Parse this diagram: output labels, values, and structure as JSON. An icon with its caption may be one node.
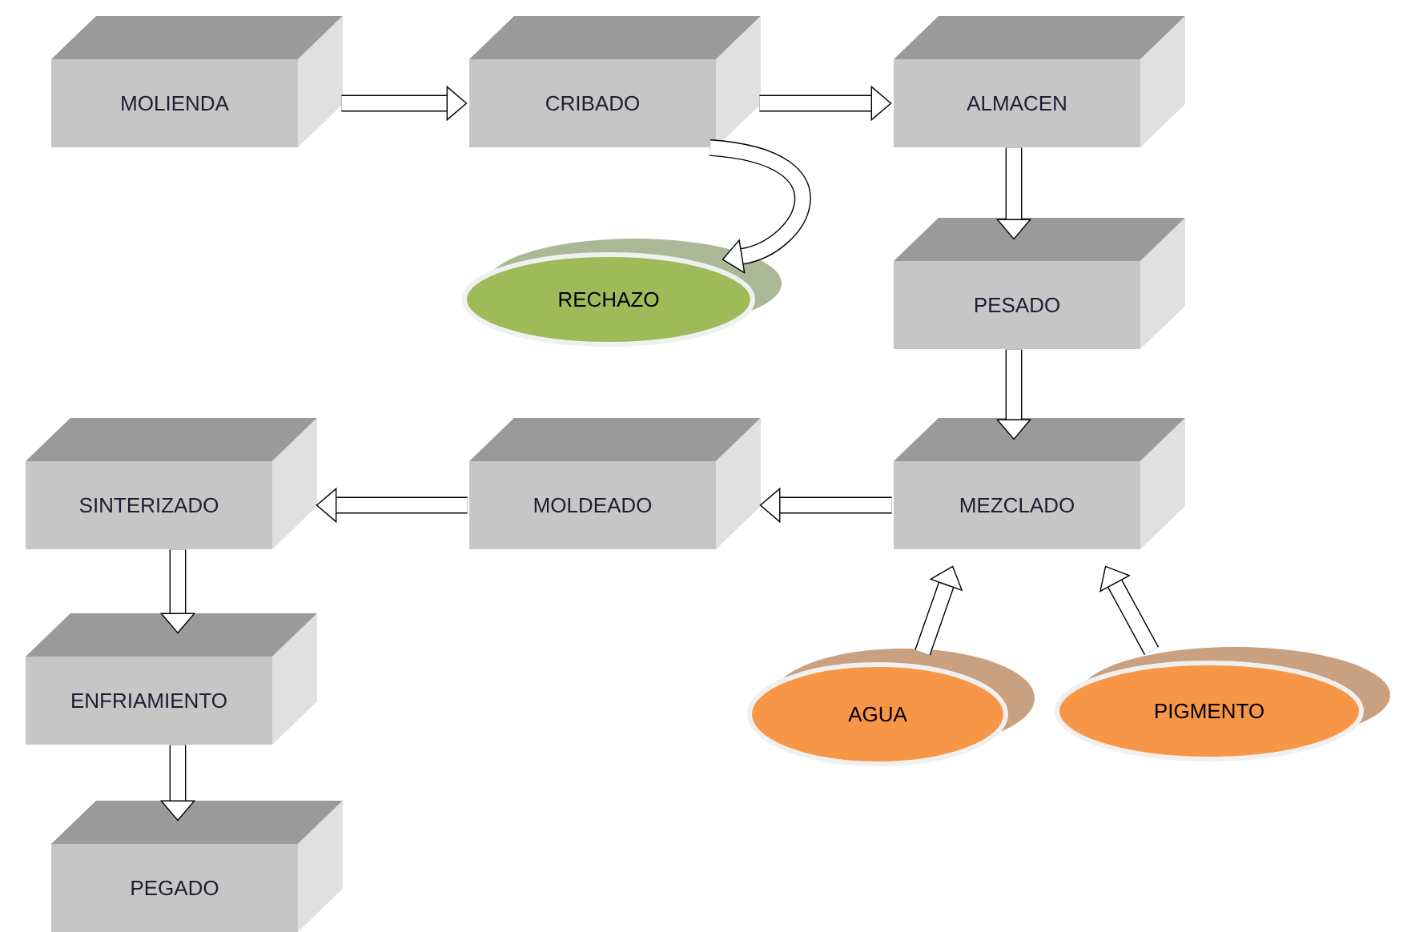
{
  "diagram": {
    "nodes": [
      {
        "text": [
          "MOLIENDA"
        ]
      },
      {
        "text": [
          "CRIBADO"
        ]
      },
      {
        "text": [
          "ALMACEN"
        ]
      },
      {
        "text": [
          "RECHAZO"
        ]
      },
      {
        "text": [
          "PESADO"
        ]
      },
      {
        "text": [
          "SINTERIZADO"
        ]
      },
      {
        "text": [
          "MOLDEADO"
        ]
      },
      {
        "text": [
          "MEZCLADO"
        ]
      },
      {
        "text": [
          "ENFRIAMIENTO"
        ]
      },
      {
        "text": [
          "AGUA"
        ]
      },
      {
        "text": [
          "PIGMENTO"
        ]
      },
      {
        "text": [
          "PEGADO"
        ]
      }
    ],
    "edges": [
      {
        "from": 0,
        "to": 1,
        "arrow": "to"
      },
      {
        "from": 1,
        "to": 2,
        "arrow": "to"
      },
      {
        "from": 1,
        "to": 3,
        "arrow": "to"
      },
      {
        "from": 2,
        "to": 4,
        "arrow": "to"
      },
      {
        "from": 4,
        "to": 7,
        "arrow": "to"
      },
      {
        "from": 7,
        "to": 6,
        "arrow": "to"
      },
      {
        "from": 6,
        "to": 5,
        "arrow": "to"
      },
      {
        "from": 5,
        "to": 8,
        "arrow": "to"
      },
      {
        "from": 8,
        "to": 11,
        "arrow": "to"
      },
      {
        "from": 9,
        "to": 7,
        "arrow": "to"
      },
      {
        "from": 10,
        "to": 7,
        "arrow": "to"
      }
    ]
  }
}
